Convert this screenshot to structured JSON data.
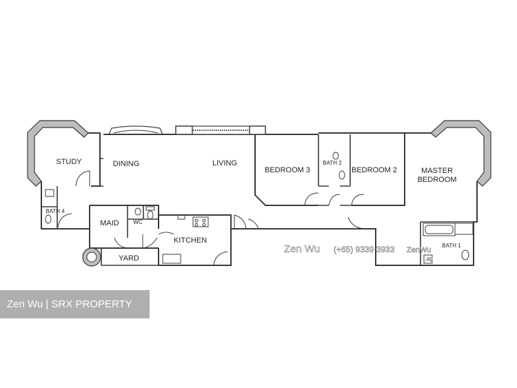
{
  "rooms": {
    "study": "STUDY",
    "dining": "DINING",
    "living": "LIVING",
    "bedroom3": "BEDROOM 3",
    "bath2": "BATH 2",
    "bedroom2": "BEDROOM 2",
    "master_line1": "MASTER",
    "master_line2": "BEDROOM",
    "bath4": "BATH 4",
    "maid": "MAID",
    "wc": "WC",
    "kitchen": "KITCHEN",
    "yard": "YARD",
    "bath1": "BATH 1"
  },
  "watermark": {
    "name": "Zen Wu",
    "phone": "(+65) 9339 3933",
    "short": "ZenWu",
    "short_suffix": ".sg"
  },
  "credit": "Zen Wu | SRX PROPERTY",
  "colors": {
    "wall": "#3a3a3a",
    "bay_fill": "#bdbdbd",
    "credit_bg": "#a9a9a9"
  }
}
